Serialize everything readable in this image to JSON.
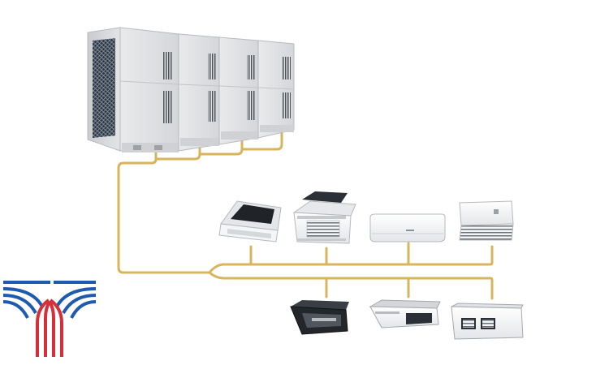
{
  "diagram": {
    "pipe_color": "#d8b45c",
    "outdoor_units": {
      "count": 4,
      "icon": "vrf-outdoor-unit-icon"
    },
    "indoor_units_row1": [
      {
        "name": "one-way-cassette",
        "icon": "one-way-cassette-icon"
      },
      {
        "name": "four-way-cassette",
        "icon": "four-way-cassette-icon"
      },
      {
        "name": "wall-mounted",
        "icon": "wall-mounted-unit-icon"
      },
      {
        "name": "floor-ceiling",
        "icon": "floor-ceiling-unit-icon"
      }
    ],
    "indoor_units_row2": [
      {
        "name": "slim-duct",
        "icon": "slim-duct-icon"
      },
      {
        "name": "medium-static-duct",
        "icon": "medium-duct-icon"
      },
      {
        "name": "high-static-duct",
        "icon": "high-static-duct-icon"
      }
    ],
    "logo": {
      "icon": "company-logo-icon",
      "colors": [
        "#1e5bb0",
        "#d62f3a"
      ]
    }
  }
}
